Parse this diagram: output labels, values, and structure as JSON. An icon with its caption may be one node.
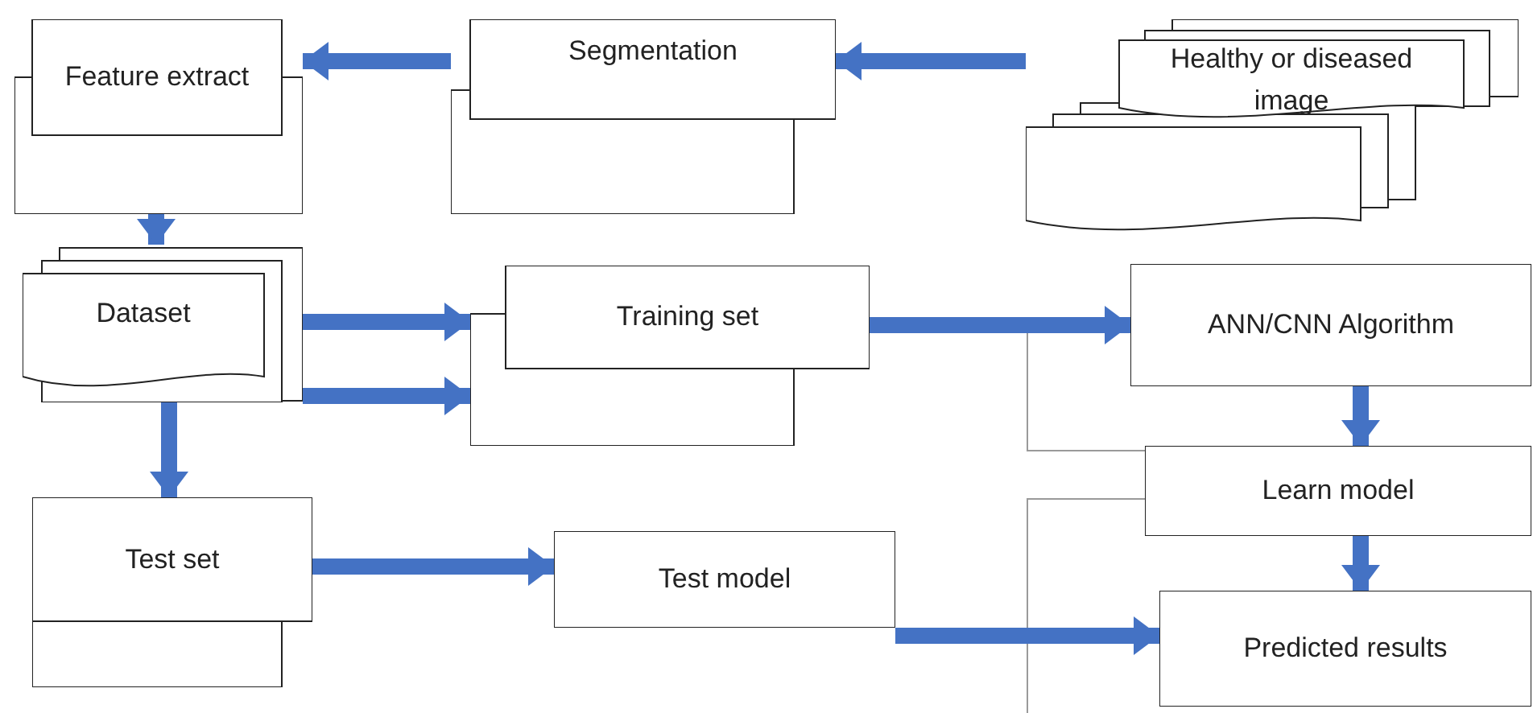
{
  "diagram": {
    "nodes": [
      {
        "text": [
          "Feature extract"
        ]
      },
      {
        "text": [
          "Segmentation"
        ]
      },
      {
        "text": [
          "Healthy or diseased image"
        ]
      },
      {
        "text": [
          "Dataset"
        ]
      },
      {
        "text": [
          "Training set"
        ]
      },
      {
        "text": [
          "ANN/CNN Algorithm"
        ]
      },
      {
        "text": [
          "Learn model"
        ]
      },
      {
        "text": [
          "Test set"
        ]
      },
      {
        "text": [
          "Test model"
        ]
      },
      {
        "text": [
          "Predicted results"
        ]
      }
    ],
    "edges": [
      {
        "from": 1,
        "to": 0,
        "arrow": "to"
      },
      {
        "from": 2,
        "to": 1,
        "arrow": "to"
      },
      {
        "from": 0,
        "to": 3,
        "arrow": "to"
      },
      {
        "from": 3,
        "to": 4,
        "arrow": "to"
      },
      {
        "from": 3,
        "to": 4,
        "arrow": "to"
      },
      {
        "from": 3,
        "to": 7,
        "arrow": "to"
      },
      {
        "from": 4,
        "to": 5,
        "arrow": "to"
      },
      {
        "from": 5,
        "to": 6,
        "arrow": "to"
      },
      {
        "from": 7,
        "to": 8,
        "arrow": "to"
      },
      {
        "from": 8,
        "to": 9,
        "arrow": "to"
      },
      {
        "from": 6,
        "to": 9,
        "arrow": "to"
      }
    ]
  }
}
